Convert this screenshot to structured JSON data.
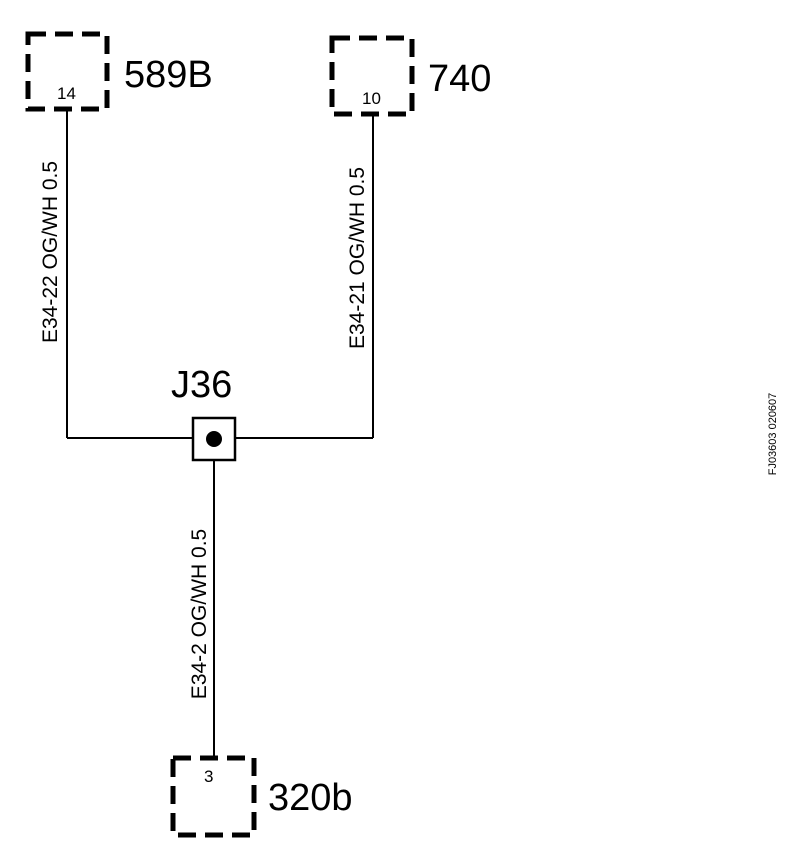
{
  "connectors": [
    {
      "id": "589B",
      "label": "589B",
      "pin": "14"
    },
    {
      "id": "740",
      "label": "740",
      "pin": "10"
    },
    {
      "id": "320b",
      "label": "320b",
      "pin": "3"
    }
  ],
  "splice": {
    "label": "J36"
  },
  "wires": [
    {
      "id": "e34-22",
      "label": "E34-22  OG/WH  0.5"
    },
    {
      "id": "e34-21",
      "label": "E34-21  OG/WH  0.5"
    },
    {
      "id": "e34-2",
      "label": "E34-2  OG/WH  0.5"
    }
  ],
  "reference": "FJ03603  020607"
}
